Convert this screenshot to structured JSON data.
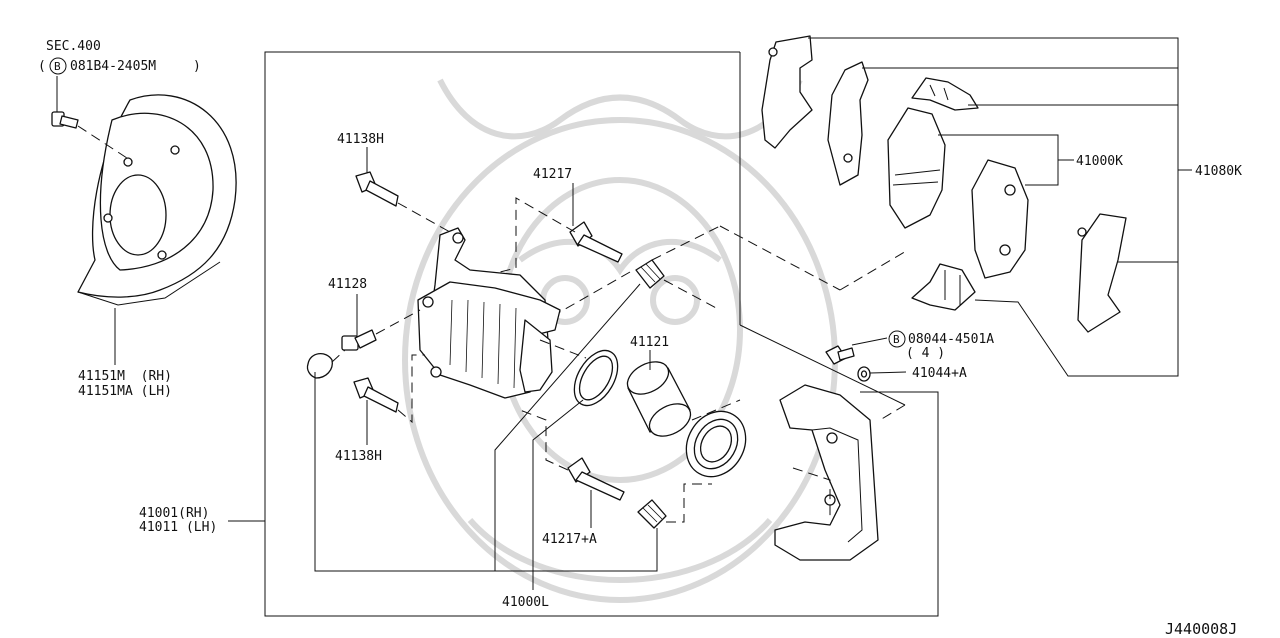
{
  "diagram": {
    "labels": {
      "sec_ref": "SEC.400",
      "bolt_ref_prefix": "(",
      "bolt_ref_number": "081B4-2405M",
      "bolt_ref_suffix": ")",
      "b_mark": "B",
      "baffle_rh": "41151M  (RH)",
      "baffle_lh": "41151MA (LH)",
      "caliper_rh": "41001(RH)",
      "caliper_lh": "41011 (LH)",
      "pin_bolt_upper": "41138H",
      "pin_bolt_lower": "41138H",
      "bleeder": "41128",
      "pin_upper": "41217",
      "pin_lower": "41217+A",
      "piston": "41121",
      "seal_kit": "41000L",
      "pad_kit": "41000K",
      "hardware_kit": "41080K",
      "mount_bolt_number": "08044-4501A",
      "mount_bolt_qty": "( 4 )",
      "washer": "41044+A",
      "figure_code": "J440008J"
    }
  }
}
